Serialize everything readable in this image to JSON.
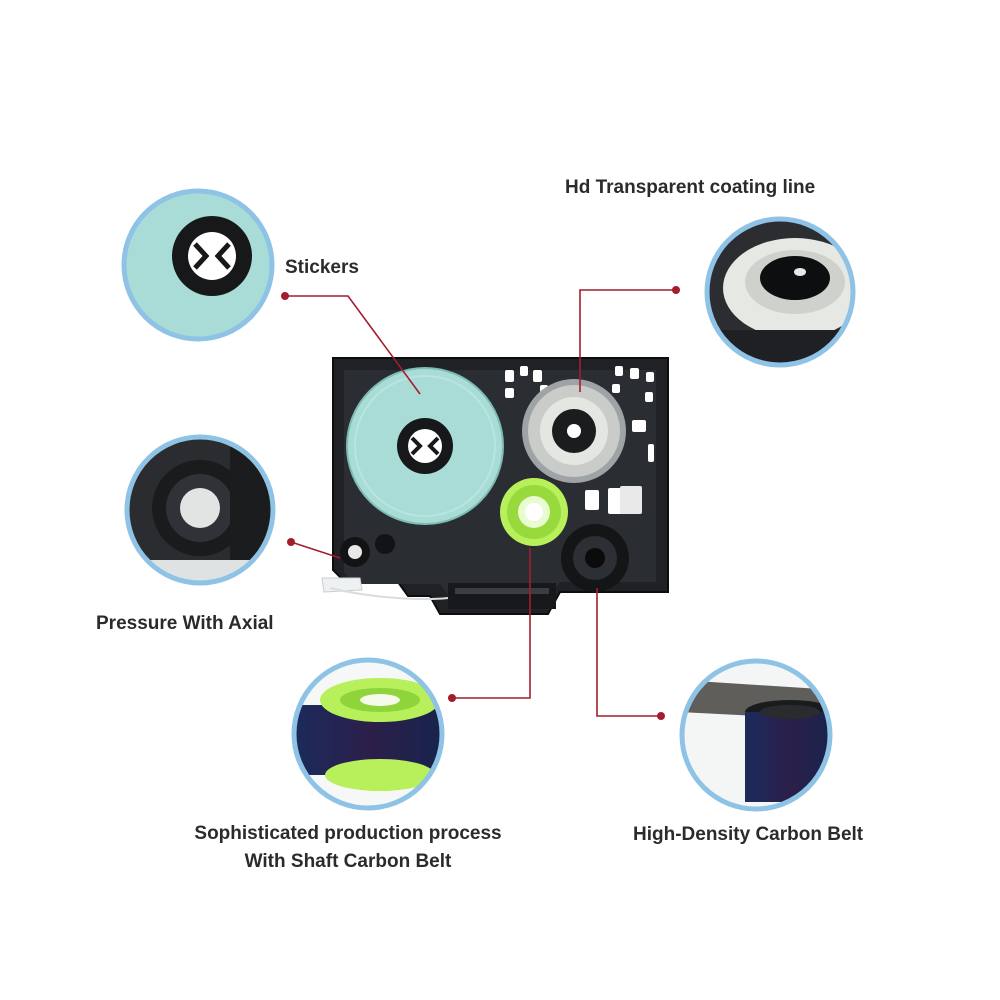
{
  "callouts": {
    "stickers": "Stickers",
    "hd_coating": "Hd Transparent coating line",
    "pressure": "Pressure With Axial",
    "sophisticated_line1": "Sophisticated production process",
    "sophisticated_line2": "With Shaft Carbon Belt",
    "carbon_belt": "High-Density Carbon Belt"
  },
  "colors": {
    "accent_line": "#a41d2e",
    "circle_border": "#8fc3e6",
    "sticker_tape": "#a9dcd6",
    "green_spool": "#a8e84a",
    "cassette_body": "#1d1f22"
  }
}
